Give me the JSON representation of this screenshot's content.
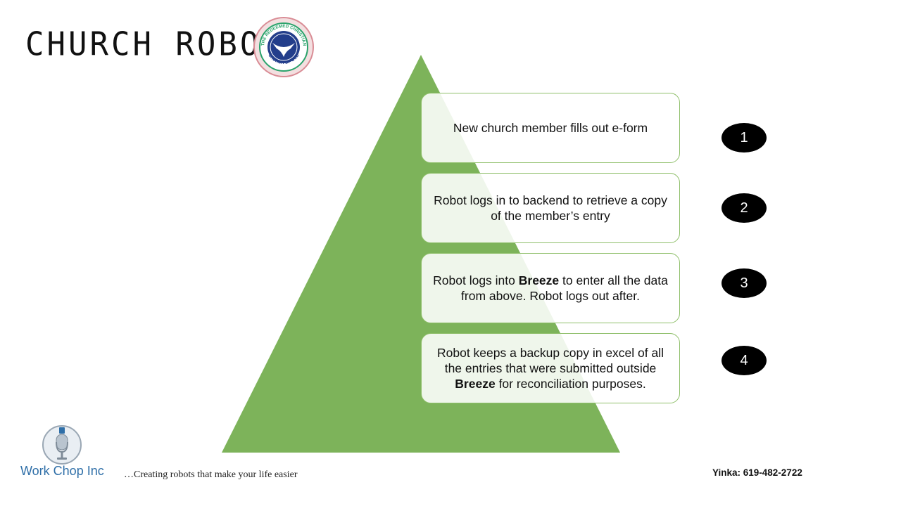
{
  "header": {
    "title": "CHURCH ROBOT",
    "logo": {
      "name": "rccg-logo",
      "text_top": "THE REDEEMED CHRISTIAN",
      "text_bottom": "CHURCH OF GOD"
    }
  },
  "colors": {
    "pyramid": "#7db35a",
    "badge": "#000000",
    "box_border": "#8fbf6a",
    "brand_blue": "#2f6fa8"
  },
  "steps": [
    {
      "number": "1",
      "pre": "New church member fills out e-form",
      "bold": "",
      "post": "",
      "bold2": "",
      "post2": ""
    },
    {
      "number": "2",
      "pre": "Robot logs in to backend to retrieve a copy of the member’s entry",
      "bold": "",
      "post": "",
      "bold2": "",
      "post2": ""
    },
    {
      "number": "3",
      "pre": "Robot logs into ",
      "bold": "Breeze",
      "post": " to enter all the data from above. Robot logs out after.",
      "bold2": "",
      "post2": ""
    },
    {
      "number": "4",
      "pre": "Robot keeps a backup copy in excel of all the entries that were submitted outside ",
      "bold": "Breeze",
      "post": " for reconciliation purposes.",
      "bold2": "",
      "post2": ""
    }
  ],
  "footer": {
    "company": "Work Chop Inc",
    "tagline": "…Creating robots that make your life easier",
    "contact": "Yinka: 619-482-2722"
  }
}
